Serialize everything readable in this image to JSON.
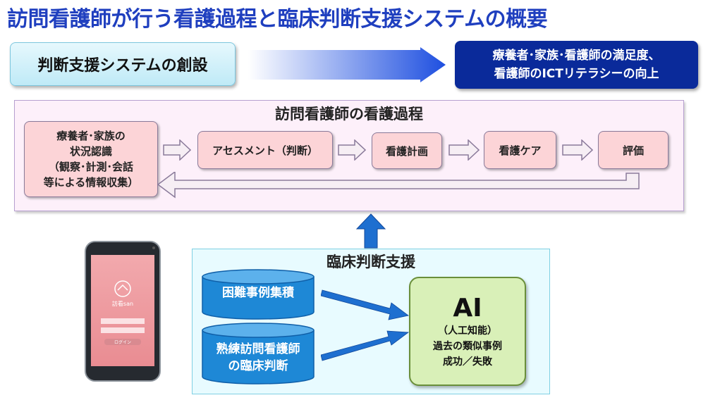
{
  "title": "訪問看護師が行う看護過程と臨床判断支援システムの概要",
  "top": {
    "system_label": "判断支援システムの創設",
    "goal_lines": [
      "療養者･家族･看護師の満足度、",
      "看護師のICTリテラシーの向上"
    ]
  },
  "process": {
    "title": "訪問看護師の看護過程",
    "step1_lines": [
      "療養者･家族の",
      "状況認識",
      "（観察･計測･会話",
      "等による情報収集）"
    ],
    "step2": "アセスメント（判断）",
    "step3": "看護計画",
    "step4": "看護ケア",
    "step5": "評価"
  },
  "support": {
    "title": "臨床判断支援",
    "db1": "困難事例集積",
    "db2_lines": [
      "熟練訪問看護師",
      "の臨床判断"
    ],
    "ai_title": "AI",
    "ai_lines": [
      "（人工知能）",
      "過去の類似事例",
      "成功／失敗"
    ]
  },
  "phone": {
    "app_name": "訪看san",
    "login_button": "ログイン"
  },
  "colors": {
    "title": "#1f3fbf",
    "goal_box": "#0a2a9a",
    "step_box": "#fcd4d7",
    "ai_box": "#d9f0b8",
    "cylinder": "#1e88d6",
    "arrow_blue": "#1e6fd0"
  }
}
